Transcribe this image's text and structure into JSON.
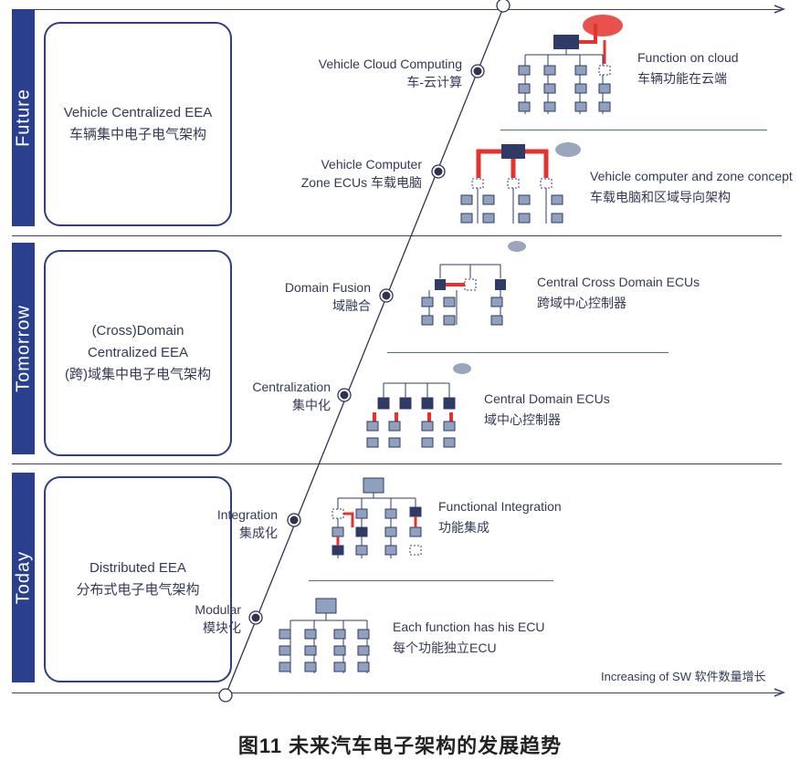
{
  "eras": [
    {
      "id": "future",
      "name": "Future",
      "card_en": "Vehicle Centralized EEA",
      "card_cn": "车辆集中电子电气架构",
      "card_extra": ""
    },
    {
      "id": "tomorrow",
      "name": "Tomorrow",
      "card_en": "(Cross)Domain",
      "card_cn": "(跨)域集中电子电气架构",
      "card_extra": "Centralized EEA"
    },
    {
      "id": "today",
      "name": "Today",
      "card_en": "Distributed EEA",
      "card_cn": "分布式电子电气架构",
      "card_extra": ""
    }
  ],
  "stages": [
    {
      "en": "Vehicle Cloud Computing",
      "cn": "车-云计算",
      "desc_en": "Function on cloud",
      "desc_cn": "车辆功能在云端"
    },
    {
      "en": "Vehicle Computer",
      "cn": "Zone ECUs 车载电脑",
      "desc_en": "Vehicle computer and zone concept",
      "desc_cn": "车载电脑和区域导向架构"
    },
    {
      "en": "Domain Fusion",
      "cn": "域融合",
      "desc_en": "Central Cross Domain ECUs",
      "desc_cn": "跨域中心控制器"
    },
    {
      "en": "Centralization",
      "cn": "集中化",
      "desc_en": "Central Domain ECUs",
      "desc_cn": "域中心控制器"
    },
    {
      "en": "Integration",
      "cn": "集成化",
      "desc_en": "Functional Integration",
      "desc_cn": "功能集成"
    },
    {
      "en": "Modular",
      "cn": "模块化",
      "desc_en": "Each function has his ECU",
      "desc_cn": "每个功能独立ECU"
    }
  ],
  "axis_label": "Increasing of SW 软件数量增长",
  "caption": "图11 未来汽车电子架构的发展趋势",
  "colors": {
    "band": "#2b3f8f",
    "node": "#2f3b66",
    "ecu": "#8fa1bf",
    "highlight": "#e5322d",
    "cloud": "#9aa6bd"
  }
}
